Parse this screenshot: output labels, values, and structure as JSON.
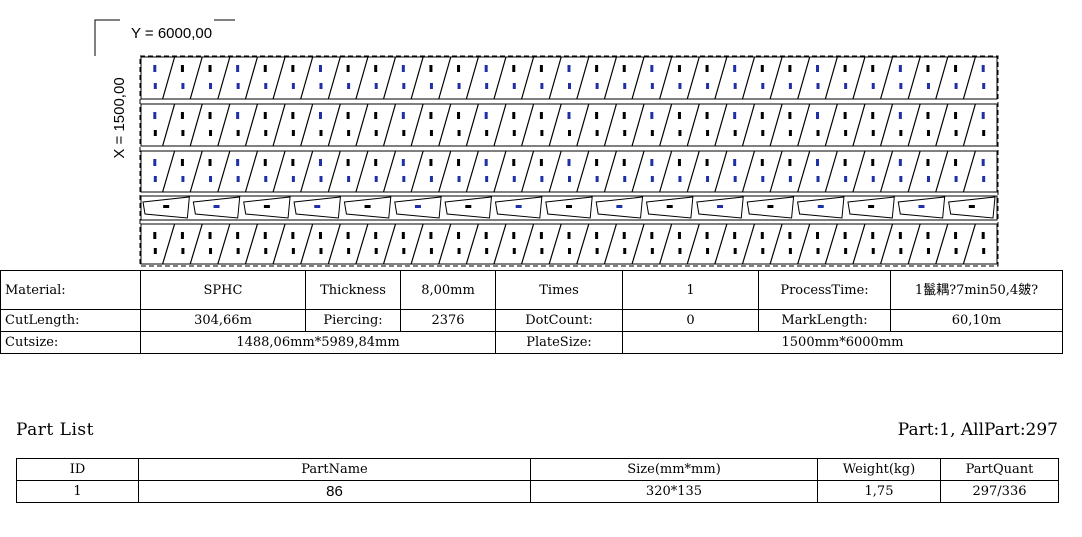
{
  "nest": {
    "y_label": "Y = 6000,00",
    "x_label": "X = 1500,00",
    "colors": {
      "outline": "#000000",
      "mark": "#1f2fa8"
    }
  },
  "info": {
    "material_label": "Material:",
    "material_value": "SPHC",
    "thickness_label": "Thickness",
    "thickness_value": "8,00mm",
    "times_label": "Times",
    "times_value": "1",
    "processtime_label": "ProcessTime:",
    "processtime_value": "1鬣耦?7min50,4皴?",
    "cutlength_label": "CutLength:",
    "cutlength_value": "304,66m",
    "piercing_label": "Piercing:",
    "piercing_value": "2376",
    "dotcount_label": "DotCount:",
    "dotcount_value": "0",
    "marklength_label": "MarkLength:",
    "marklength_value": "60,10m",
    "cutsize_label": "Cutsize:",
    "cutsize_value": "1488,06mm*5989,84mm",
    "platesize_label": "PlateSize:",
    "platesize_value": "1500mm*6000mm"
  },
  "part_list": {
    "title": "Part List",
    "counter": "Part:1, AllPart:297",
    "headers": [
      "ID",
      "PartName",
      "Size(mm*mm)",
      "Weight(kg)",
      "PartQuant"
    ],
    "rows": [
      [
        "1",
        "86",
        "320*135",
        "1,75",
        "297/336"
      ]
    ]
  }
}
